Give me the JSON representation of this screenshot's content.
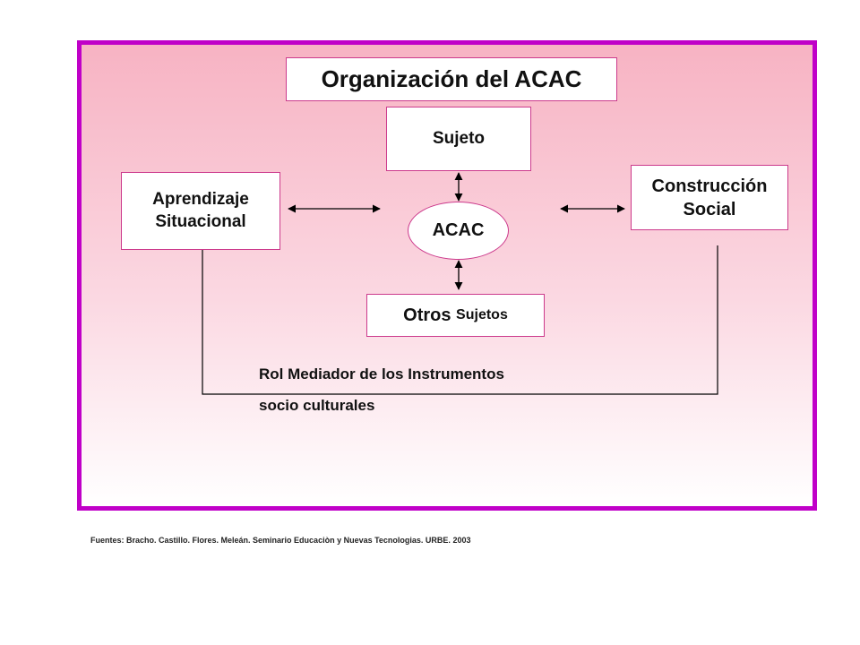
{
  "diagram": {
    "title": "Organización del ACAC",
    "nodes": {
      "sujeto": "Sujeto",
      "aprendizaje_line1": "Aprendizaje",
      "aprendizaje_line2": "Situacional",
      "construccion_line1": "Construcción",
      "construccion_line2": "Social",
      "acac": "ACAC",
      "otros_main": "Otros",
      "otros_small": "Sujetos"
    },
    "rol_line1": "Rol Mediador de los Instrumentos",
    "rol_line2": "socio culturales"
  },
  "colors": {
    "frame_border": "#c000c8",
    "box_border": "#cc3a8c"
  },
  "footer": {
    "source": "Fuentes:  Bracho. Castillo. Flores. Meleán. Seminario Educaciòn y Nuevas Tecnologias. URBE. 2003"
  }
}
